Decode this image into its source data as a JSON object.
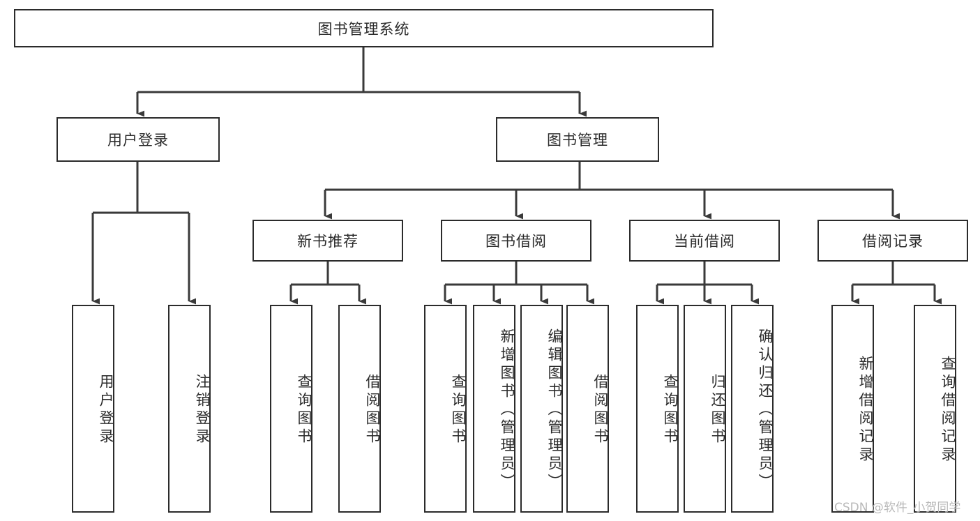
{
  "diagram": {
    "type": "tree",
    "title": "图书管理系统",
    "watermark": "CSDN @软件_小贺同学",
    "colors": {
      "box_border": "#2b2b2b",
      "box_fill": "#ffffff",
      "connector": "#3a3a3a",
      "background": "#ffffff",
      "watermark": "#b9b9b9"
    },
    "nodes": {
      "root": "图书管理系统",
      "level2": [
        "用户登录",
        "图书管理"
      ],
      "level3": [
        "新书推荐",
        "图书借阅",
        "当前借阅",
        "借阅记录"
      ],
      "leaves": {
        "user_login": [
          "用户登录",
          "注销登录"
        ],
        "new_book_recommend": [
          "查询图书",
          "借阅图书"
        ],
        "book_borrow": [
          "查询图书",
          "新增图书（管理员）",
          "编辑图书（管理员）",
          "借阅图书"
        ],
        "current_borrow": [
          "查询图书",
          "归还图书",
          "确认归还（管理员）"
        ],
        "borrow_record": [
          "新增借阅记录",
          "查询借阅记录"
        ]
      }
    }
  }
}
